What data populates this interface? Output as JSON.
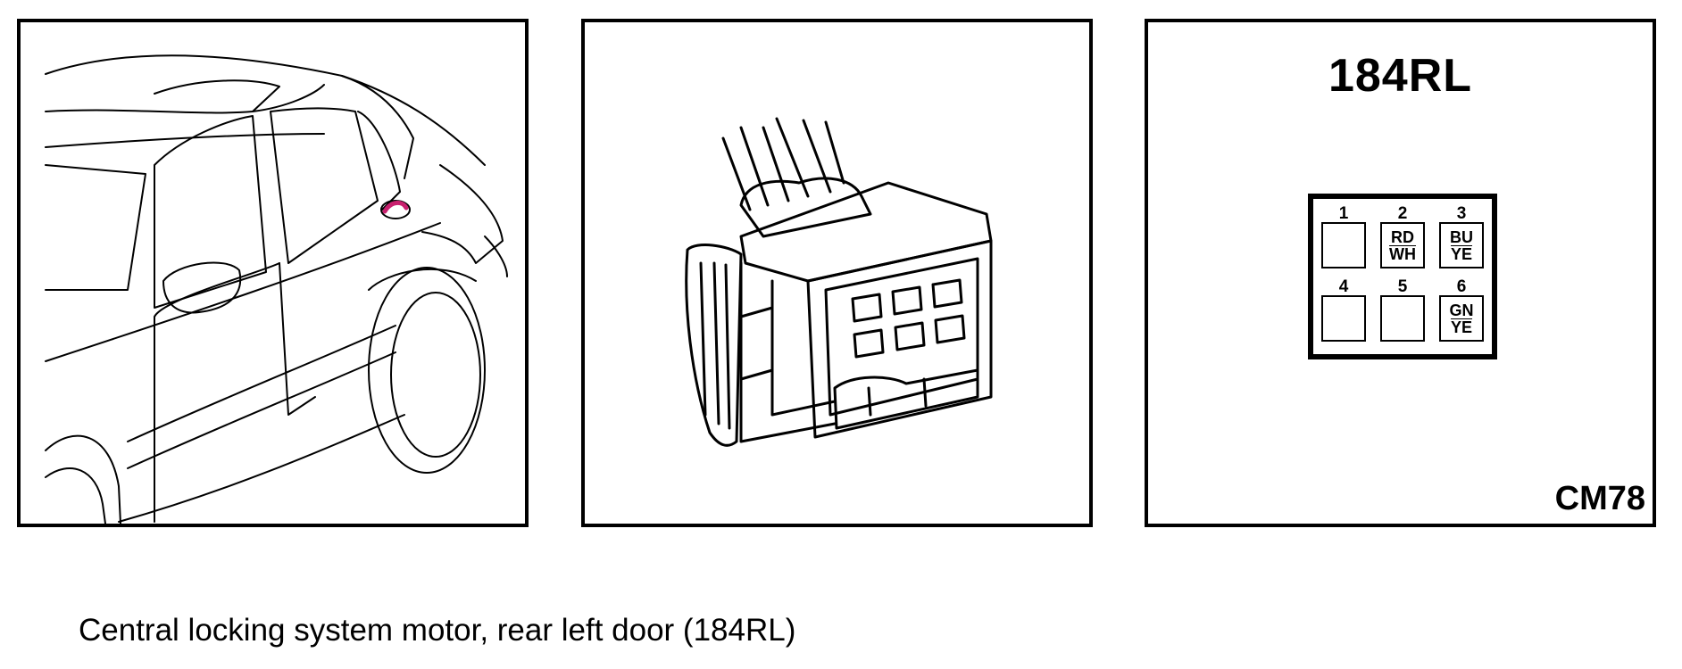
{
  "caption": "Central locking system motor, rear left door (184RL)",
  "pinout": {
    "title": "184RL",
    "code": "CM78",
    "pins": [
      {
        "number": "1",
        "colors": []
      },
      {
        "number": "2",
        "colors": [
          "RD",
          "WH"
        ]
      },
      {
        "number": "3",
        "colors": [
          "BU",
          "YE"
        ]
      },
      {
        "number": "4",
        "colors": []
      },
      {
        "number": "5",
        "colors": []
      },
      {
        "number": "6",
        "colors": [
          "GN",
          "YE"
        ]
      }
    ]
  },
  "colors": {
    "line": "#000000",
    "background": "#ffffff",
    "highlight": "#c8206e"
  }
}
